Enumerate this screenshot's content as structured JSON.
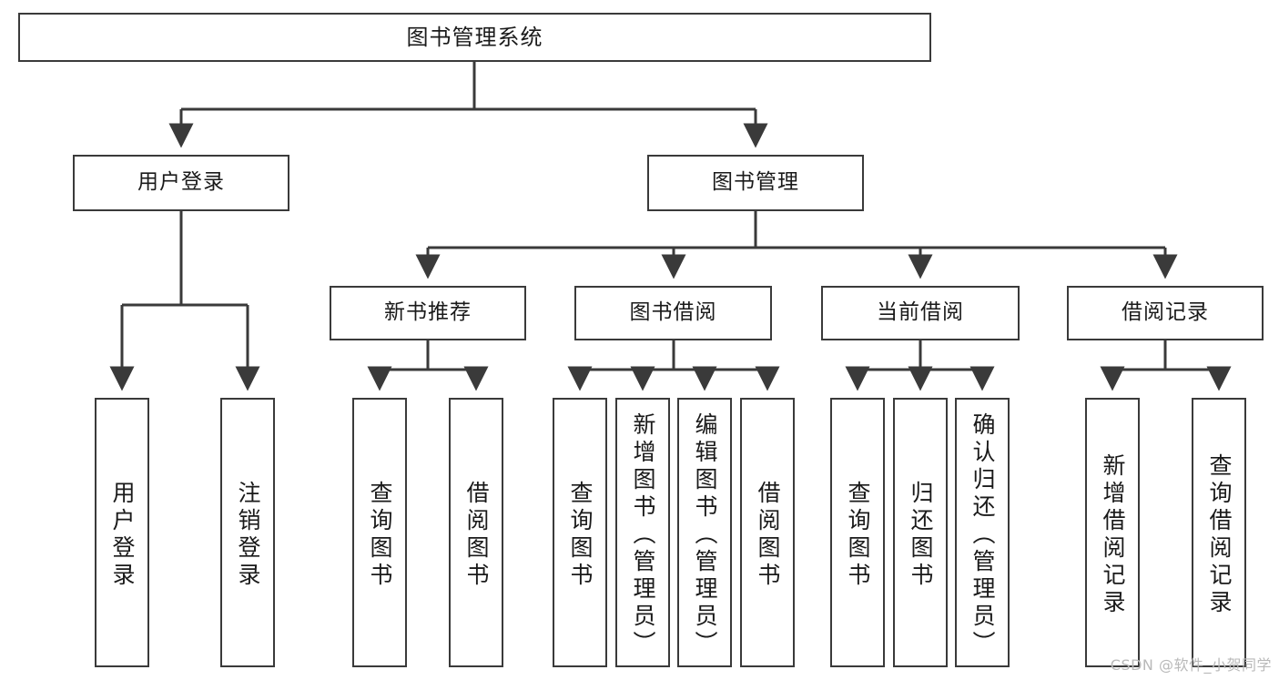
{
  "diagram": {
    "title": "图书管理系统",
    "type": "functional-structure-tree",
    "root": {
      "label": "图书管理系统"
    },
    "level2": [
      {
        "label": "用户登录"
      },
      {
        "label": "图书管理"
      }
    ],
    "level3": [
      {
        "label": "新书推荐"
      },
      {
        "label": "图书借阅"
      },
      {
        "label": "当前借阅"
      },
      {
        "label": "借阅记录"
      }
    ],
    "leaves": {
      "user_login": [
        {
          "label": "用户登录"
        },
        {
          "label": "注销登录"
        }
      ],
      "new_book_recommend": [
        {
          "label": "查询图书"
        },
        {
          "label": "借阅图书"
        }
      ],
      "book_borrow": [
        {
          "label": "查询图书"
        },
        {
          "label": "新增图书（管理员）"
        },
        {
          "label": "编辑图书（管理员）"
        },
        {
          "label": "借阅图书"
        }
      ],
      "current_borrow": [
        {
          "label": "查询图书"
        },
        {
          "label": "归还图书"
        },
        {
          "label": "确认归还（管理员）"
        }
      ],
      "borrow_record": [
        {
          "label": "新增借阅记录"
        },
        {
          "label": "查询借阅记录"
        }
      ]
    }
  },
  "watermark": {
    "text": "CSDN @软件_小贺同学"
  },
  "colors": {
    "border": "#3a3a3a",
    "background": "#ffffff",
    "text": "#1a1a1a",
    "watermark": "#b9b9b9"
  }
}
